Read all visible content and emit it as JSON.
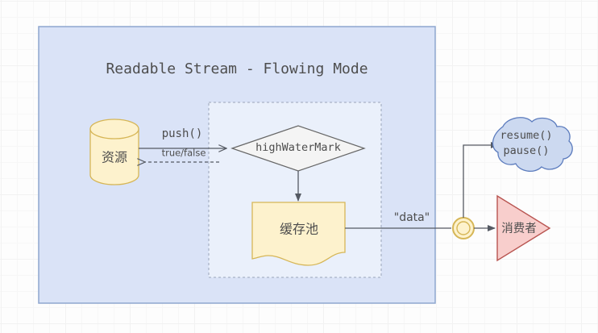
{
  "diagram": {
    "title": "Readable Stream - Flowing Mode",
    "colors": {
      "outer_fill": "#dae3f7",
      "outer_stroke": "#8ea6cf",
      "inner_fill": "#eaf0fb",
      "inner_stroke": "#9aa5b8",
      "yellow_fill": "#fdf2cd",
      "yellow_stroke": "#d6b656",
      "diamond_fill": "#f4f4f4",
      "diamond_stroke": "#666666",
      "cloud_fill": "#ccd9f0",
      "cloud_stroke": "#5b7bbd",
      "triangle_fill": "#f8cecc",
      "triangle_stroke": "#b85450",
      "line": "#555a63",
      "text": "#4d4d4d"
    },
    "nodes": {
      "outer_box": {
        "label": "Readable Stream - Flowing Mode"
      },
      "resource": {
        "label": "资源",
        "shape": "cylinder"
      },
      "highwatermark": {
        "label": "highWaterMark",
        "shape": "diamond"
      },
      "buffer_pool": {
        "label": "缓存池",
        "shape": "document"
      },
      "event_node": {
        "label": "",
        "shape": "double-circle"
      },
      "control_cloud": {
        "line1": "resume()",
        "line2": "pause()",
        "shape": "cloud"
      },
      "consumer": {
        "label": "消费者",
        "shape": "triangle"
      }
    },
    "edges": {
      "push": {
        "label": "push()",
        "style": "solid"
      },
      "true_false": {
        "label": "true/false",
        "style": "dashed"
      },
      "hwm_to_buffer": {
        "label": "",
        "style": "solid"
      },
      "data": {
        "label": "\"data\"",
        "style": "solid"
      },
      "node_to_consumer": {
        "label": "",
        "style": "solid"
      },
      "node_to_cloud": {
        "label": "",
        "style": "solid"
      }
    }
  }
}
